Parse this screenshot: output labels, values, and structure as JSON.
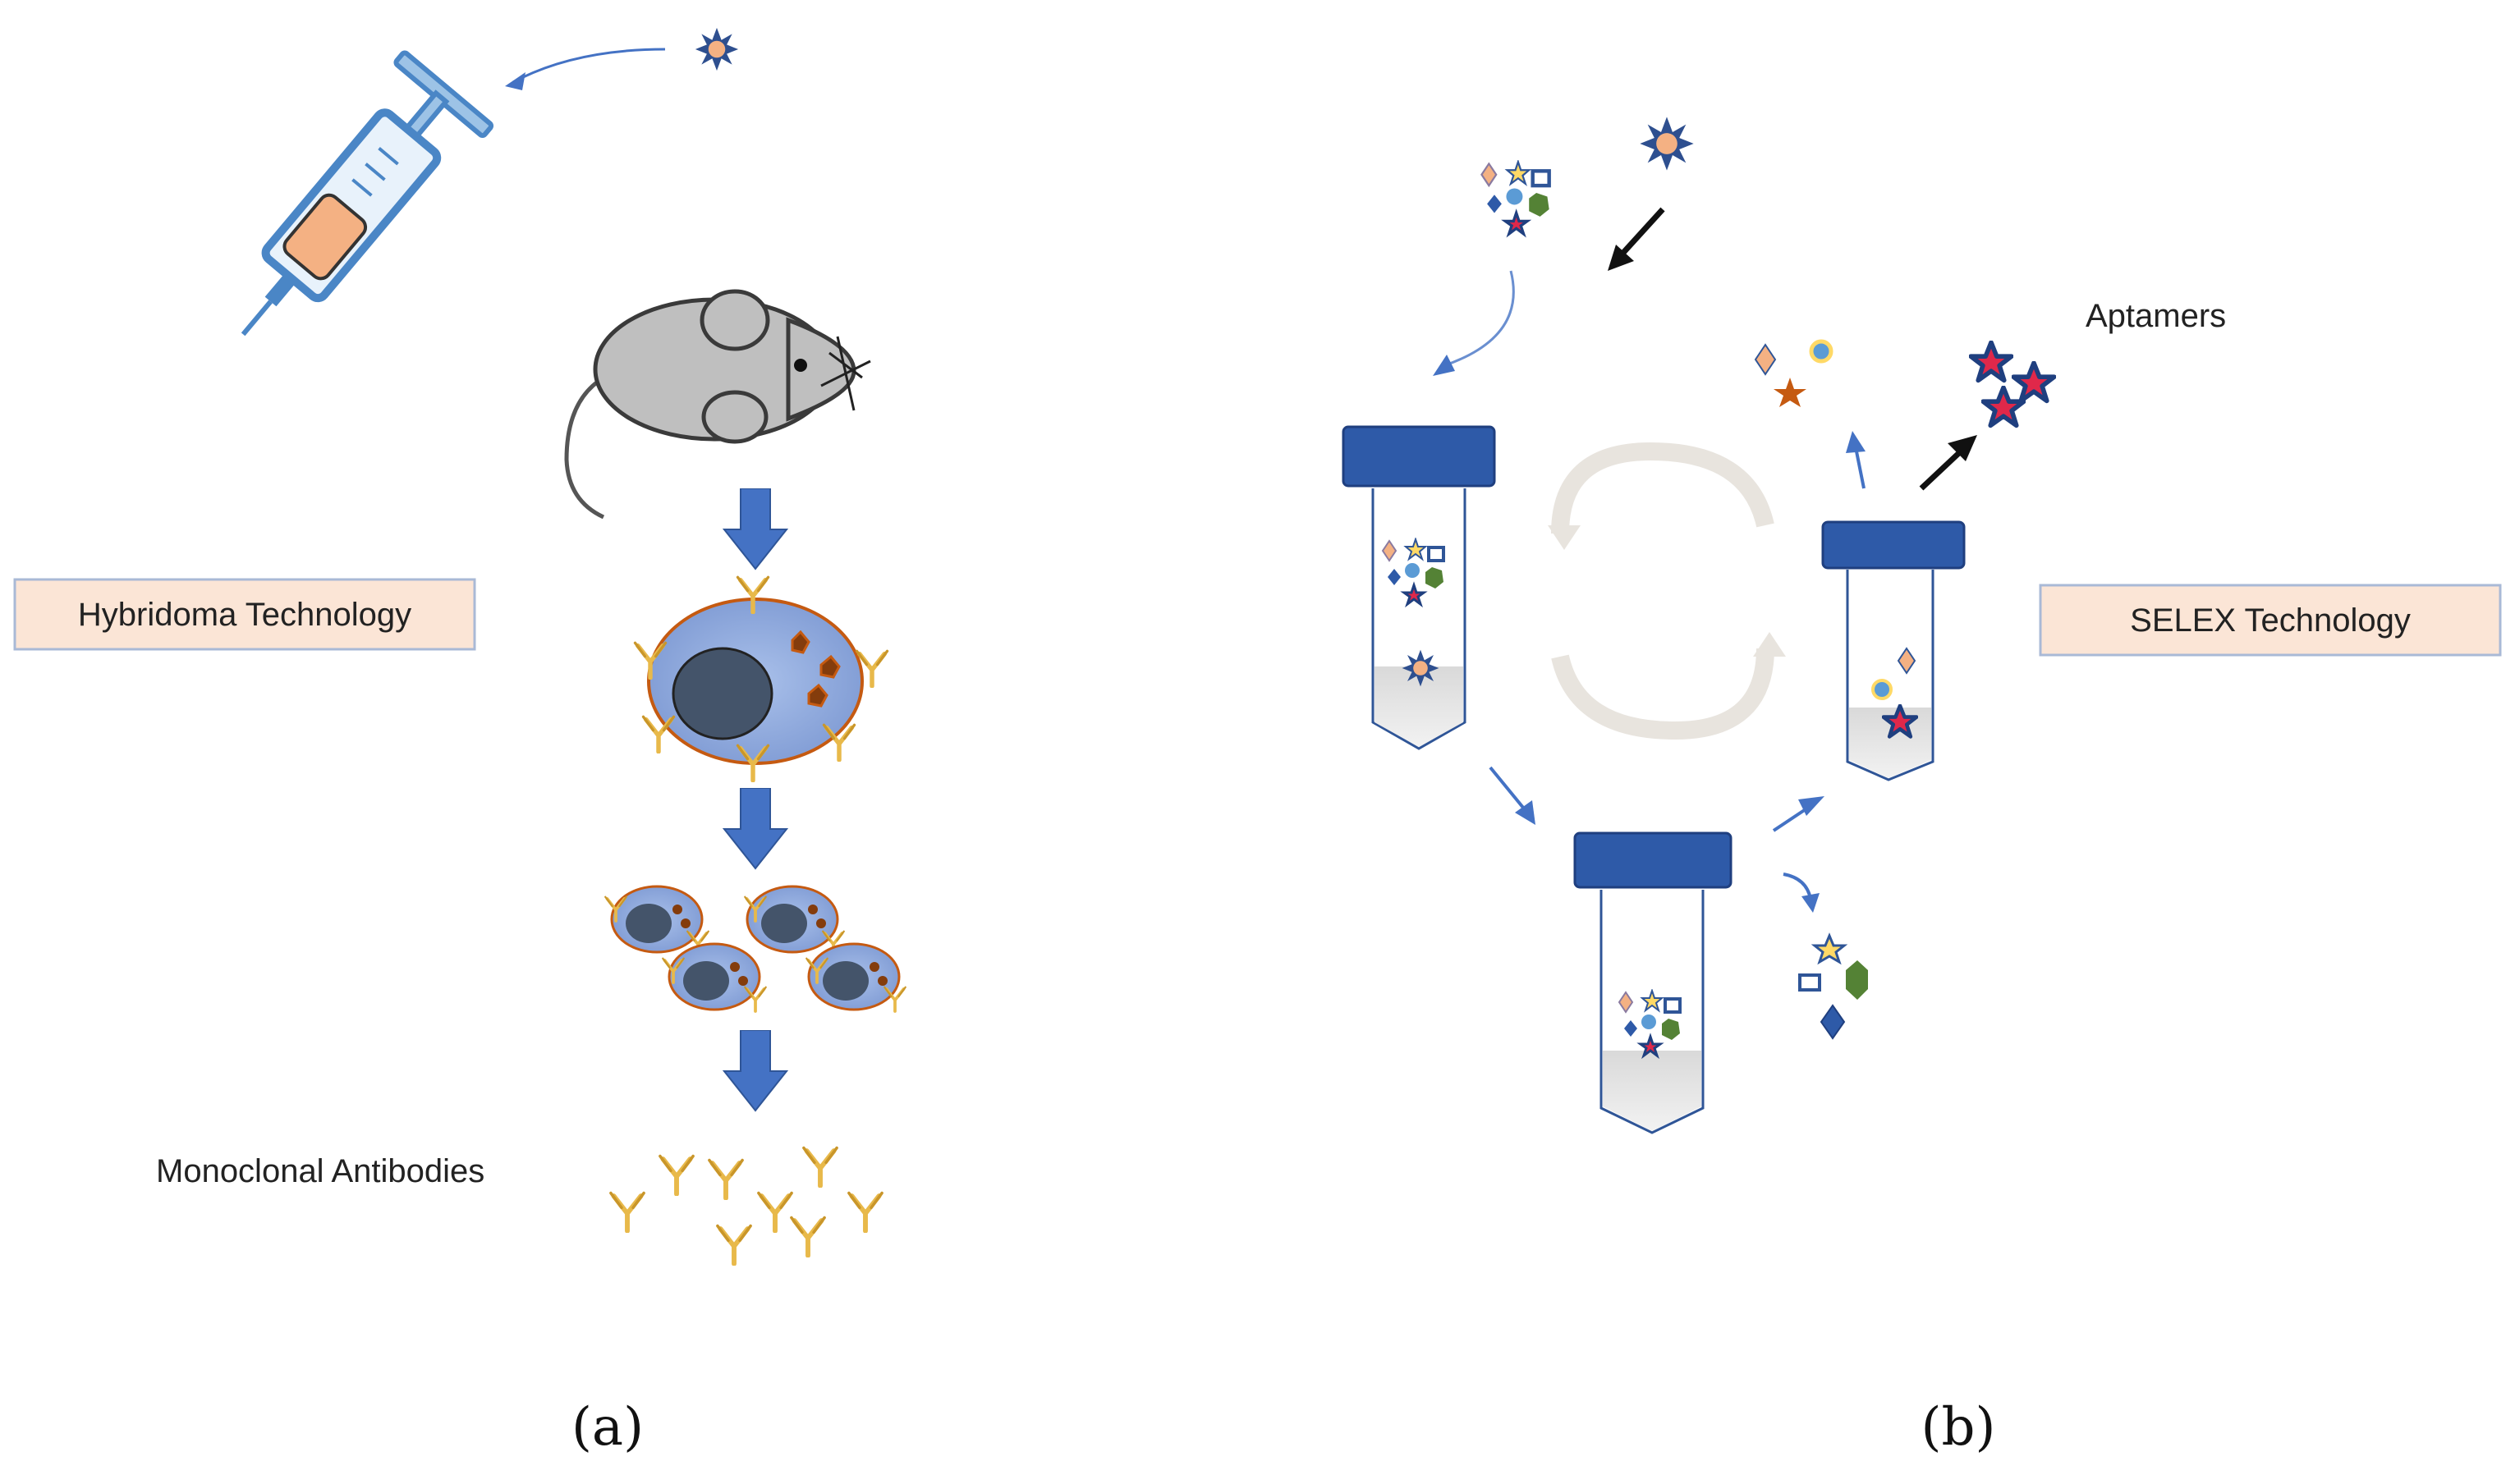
{
  "panel_a": {
    "tag": "(a)",
    "box_label": "Hybridoma Technology",
    "product_label": "Monoclonal Antibodies"
  },
  "panel_b": {
    "tag": "(b)",
    "box_label": "SELEX Technology",
    "product_label": "Aptamers"
  },
  "colors": {
    "label_box_fill": "#fbe5d6",
    "label_box_stroke": "#a9b9d6",
    "arrow_blue": "#4472c4",
    "cap_blue": "#2e5aa8",
    "antibody": "#e8b94a",
    "cell_fill": "#8faadc",
    "nucleus": "#44546a",
    "mouse": "#bfbfbf",
    "star_red": "#e0284a",
    "star_navy": "#1f3f7f"
  },
  "icons": [
    "syringe-icon",
    "mouse-icon",
    "hybridoma-cell-icon",
    "antibody-icon",
    "tube-icon",
    "target-star-icon",
    "cycle-arrows-icon"
  ]
}
